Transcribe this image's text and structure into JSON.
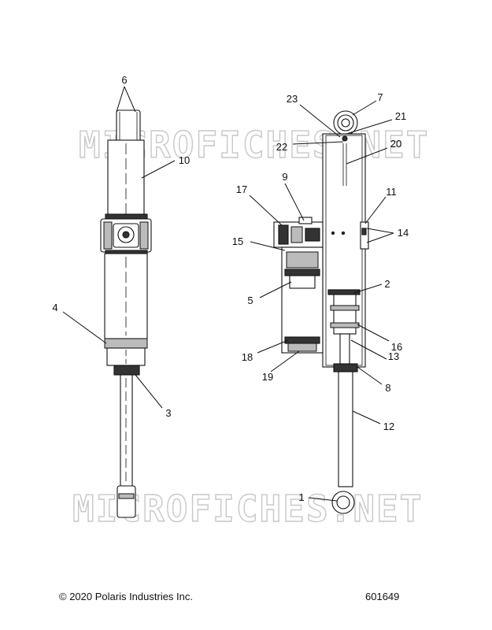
{
  "watermark": "MICROFICHES.NET",
  "callouts": {
    "c1": "1",
    "c2": "2",
    "c3": "3",
    "c4": "4",
    "c5": "5",
    "c6": "6",
    "c7": "7",
    "c8": "8",
    "c9": "9",
    "c10": "10",
    "c11": "11",
    "c12": "12",
    "c13": "13",
    "c14": "14",
    "c15": "15",
    "c16": "16",
    "c17": "17",
    "c18": "18",
    "c19": "19",
    "c20": "20",
    "c21": "21",
    "c22": "22",
    "c23": "23"
  },
  "footer": {
    "copyright": "© 2020 Polaris Industries Inc.",
    "document_number": "601649"
  }
}
